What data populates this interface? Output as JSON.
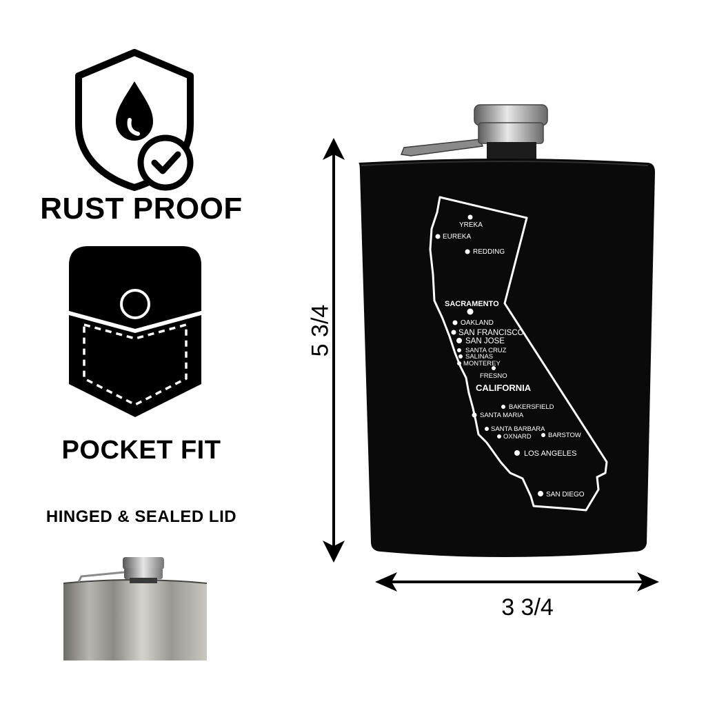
{
  "features": {
    "rust_proof": {
      "label": "RUST PROOF",
      "icon": "shield-drop-check-icon"
    },
    "pocket_fit": {
      "label": "POCKET FIT",
      "icon": "pocket-icon"
    },
    "lid": {
      "label": "HINGED & SEALED LID",
      "image": "flask-lid-photo"
    }
  },
  "dimensions": {
    "height": "5 3/4",
    "width": "3 3/4"
  },
  "flask": {
    "color": "#0a0a0a",
    "engraving_color": "#ffffff",
    "map": {
      "state": "CALIFORNIA",
      "capital": "SACRAMENTO",
      "cities": {
        "yreka": "YREKA",
        "eureka": "EUREKA",
        "redding": "REDDING",
        "oakland": "OAKLAND",
        "san_francisco": "SAN FRANCISCO",
        "san_jose": "SAN JOSE",
        "santa_cruz": "SANTA CRUZ",
        "salinas": "SALINAS",
        "monterey": "MONTEREY",
        "fresno": "FRESNO",
        "bakersfield": "BAKERSFIELD",
        "santa_maria": "SANTA MARIA",
        "santa_barbara": "SANTA BARBARA",
        "oxnard": "OXNARD",
        "barstow": "BARSTOW",
        "los_angeles": "LOS ANGELES",
        "san_diego": "SAN DIEGO"
      }
    }
  }
}
